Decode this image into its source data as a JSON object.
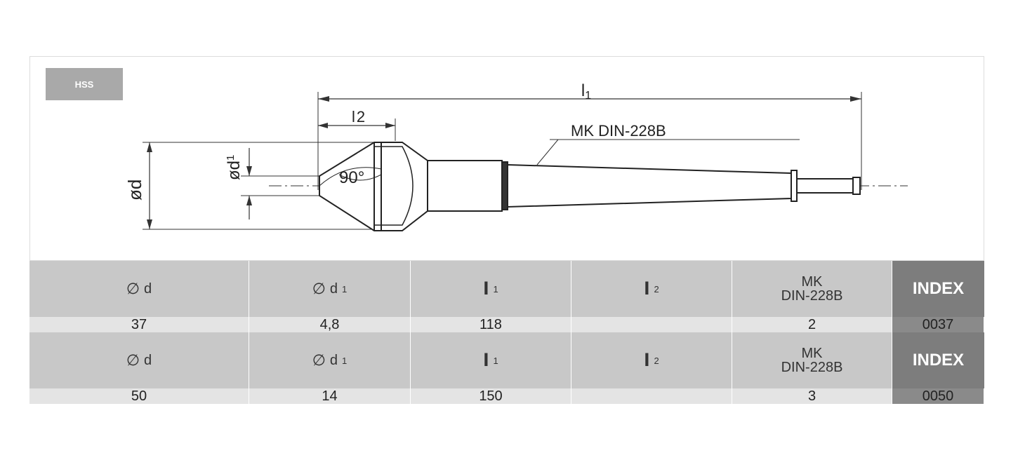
{
  "badge": "HSS",
  "drawing": {
    "l1_main": "l",
    "l1_sub": "1",
    "l2_main": "l",
    "l2_sub": "2",
    "taper_label": "MK DIN-228B",
    "angle": "90°",
    "dia_d": "ød",
    "dia_d1_main": "ød",
    "dia_d1_sub": "1"
  },
  "table": {
    "header": {
      "d_symbol": "∅",
      "d_label": "d",
      "d1_symbol": "∅",
      "d1_label": "d",
      "d1_sub": "1",
      "l1_label": "l",
      "l1_sub": "1",
      "l2_label": "l",
      "l2_sub": "2",
      "mk_line1": "MK",
      "mk_line2": "DIN-228B",
      "index": "INDEX"
    },
    "rows": [
      {
        "d": "37",
        "d1": "4,8",
        "l1": "118",
        "l2": "",
        "mk": "2",
        "index": "0037"
      },
      {
        "d": "50",
        "d1": "14",
        "l1": "150",
        "l2": "",
        "mk": "3",
        "index": "0050"
      }
    ]
  }
}
